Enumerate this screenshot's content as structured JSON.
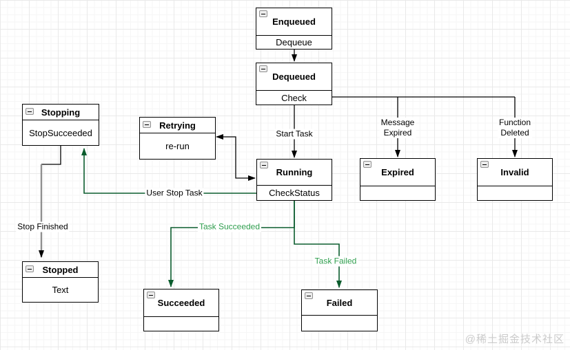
{
  "diagram": {
    "nodes": {
      "enqueued": {
        "title": "Enqueued",
        "row": "Dequeue"
      },
      "dequeued": {
        "title": "Dequeued",
        "row": "Check"
      },
      "stopping": {
        "title": "Stopping",
        "row": "StopSucceeded"
      },
      "retrying": {
        "title": "Retrying",
        "row": "re-run"
      },
      "running": {
        "title": "Running",
        "row": "CheckStatus"
      },
      "expired": {
        "title": "Expired",
        "row": ""
      },
      "invalid": {
        "title": "Invalid",
        "row": ""
      },
      "stopped": {
        "title": "Stopped",
        "row": "Text"
      },
      "succeeded": {
        "title": "Succeeded",
        "row": ""
      },
      "failed": {
        "title": "Failed",
        "row": ""
      }
    },
    "edge_labels": {
      "start_task": "Start Task",
      "message_expired_line1": "Message",
      "message_expired_line2": "Expired",
      "function_deleted_line1": "Function",
      "function_deleted_line2": "Deleted",
      "user_stop_task": "User Stop Task",
      "stop_finished": "Stop Finished",
      "task_succeeded": "Task Succeeded",
      "task_failed": "Task Failed"
    },
    "colors": {
      "edge_black": "#000000",
      "edge_green": "#0a5c2d",
      "label_green": "#2f9e4e",
      "edge_gray": "#8f8f8f"
    }
  },
  "watermark": "@稀土掘金技术社区"
}
